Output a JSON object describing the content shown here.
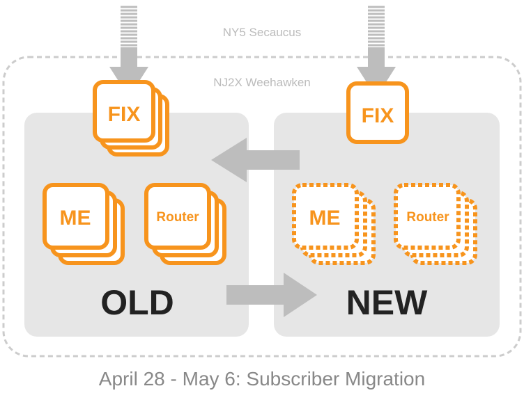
{
  "labels": {
    "outer_site": "NY5 Secaucus",
    "inner_site": "NJ2X Weehawken",
    "old": "OLD",
    "new": "NEW",
    "caption": "April 28 - May 6:  Subscriber Migration"
  },
  "nodes": {
    "old_fix": "FIX",
    "new_fix": "FIX",
    "old_me": "ME",
    "old_router": "Router",
    "new_me": "ME",
    "new_router": "Router"
  },
  "colors": {
    "accent": "#F7941D",
    "panel": "#E6E6E6",
    "arrow": "#BDBDBD",
    "dashed_border": "#CCCCCC",
    "site_label": "#BBBBBB",
    "dark_text": "#222222",
    "caption": "#888888"
  }
}
